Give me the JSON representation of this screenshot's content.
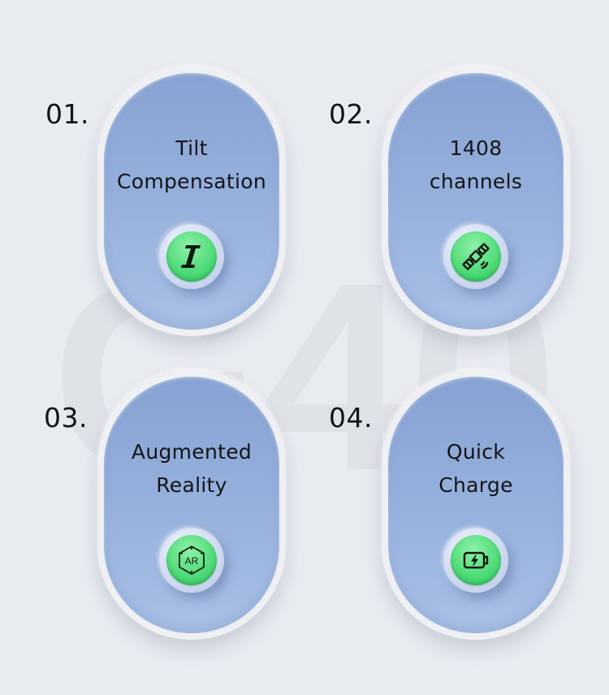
{
  "watermark": {
    "text": "G40"
  },
  "features": [
    {
      "number": "01.",
      "title_line1": "Tilt",
      "title_line2": "Compensation",
      "icon": "tilt-italic-i-icon"
    },
    {
      "number": "02.",
      "title_line1": "1408",
      "title_line2": "channels",
      "icon": "satellite-icon"
    },
    {
      "number": "03.",
      "title_line1": "Augmented",
      "title_line2": "Reality",
      "icon": "ar-icon",
      "icon_text": "AR"
    },
    {
      "number": "04.",
      "title_line1": "Quick",
      "title_line2": "Charge",
      "icon": "battery-charge-icon"
    }
  ],
  "colors": {
    "background": "#e8ebf0",
    "card": "#98b2de",
    "button": "#52dc7a",
    "text": "#121417"
  }
}
